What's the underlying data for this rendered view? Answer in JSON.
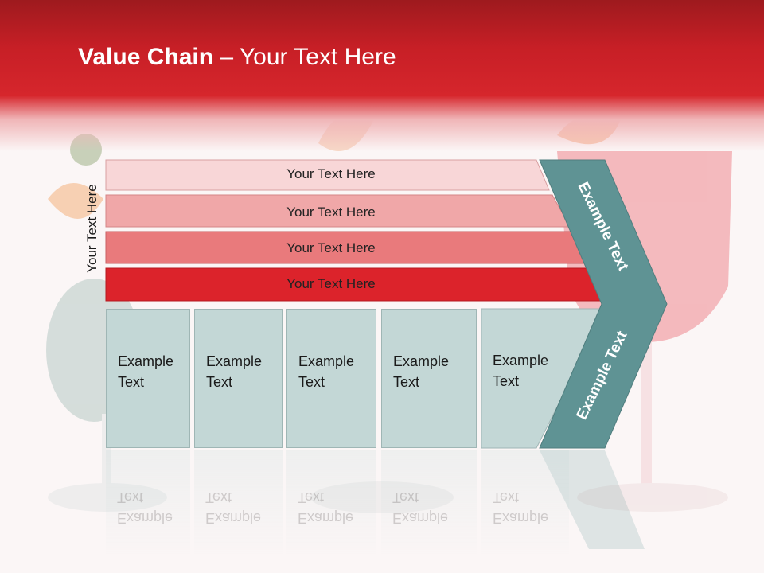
{
  "title": {
    "bold": "Value Chain",
    "rest": " – Your Text Here"
  },
  "side_label": "Your Text Here",
  "bands": [
    {
      "label": "Your Text Here",
      "color": "#f8d6d7"
    },
    {
      "label": "Your Text Here",
      "color": "#f0a7a8"
    },
    {
      "label": "Your Text Here",
      "color": "#e97a7c"
    },
    {
      "label": "Your Text Here",
      "color": "#dc232b"
    }
  ],
  "boxes": [
    {
      "line1": "Example",
      "line2": "Text"
    },
    {
      "line1": "Example",
      "line2": "Text"
    },
    {
      "line1": "Example",
      "line2": "Text"
    },
    {
      "line1": "Example",
      "line2": "Text"
    },
    {
      "line1": "Example",
      "line2": "Text"
    }
  ],
  "chevron": {
    "upper": "Example Text",
    "lower": "Example Text",
    "color": "#5f9394"
  }
}
